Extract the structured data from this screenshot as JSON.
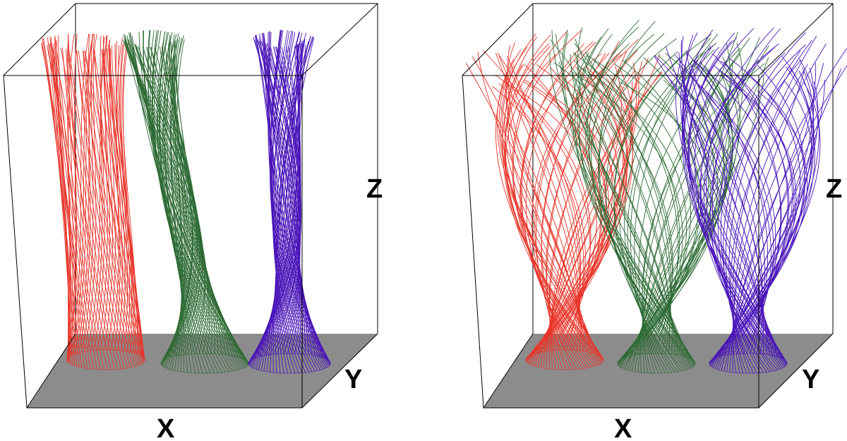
{
  "figure": {
    "panels": [
      {
        "id": "left",
        "axis_labels": {
          "x": "X",
          "y": "Y",
          "z": "Z"
        },
        "bundles": [
          {
            "color_name": "red",
            "color": "#e8352a",
            "twist": "low",
            "spread": "low"
          },
          {
            "color_name": "green",
            "color": "#2e6b35",
            "twist": "high",
            "spread": "low"
          },
          {
            "color_name": "purple",
            "color": "#4a16b8",
            "twist": "high",
            "spread": "low"
          }
        ]
      },
      {
        "id": "right",
        "axis_labels": {
          "x": "X",
          "y": "Y",
          "z": "Z"
        },
        "bundles": [
          {
            "color_name": "red",
            "color": "#e8352a",
            "twist": "high",
            "spread": "high"
          },
          {
            "color_name": "green",
            "color": "#2e6b35",
            "twist": "high",
            "spread": "high"
          },
          {
            "color_name": "purple",
            "color": "#4a16b8",
            "twist": "high",
            "spread": "high"
          }
        ]
      }
    ],
    "colors": {
      "floor": "#8c8c8c",
      "box_edge": "#000000",
      "background": "#ffffff"
    }
  }
}
